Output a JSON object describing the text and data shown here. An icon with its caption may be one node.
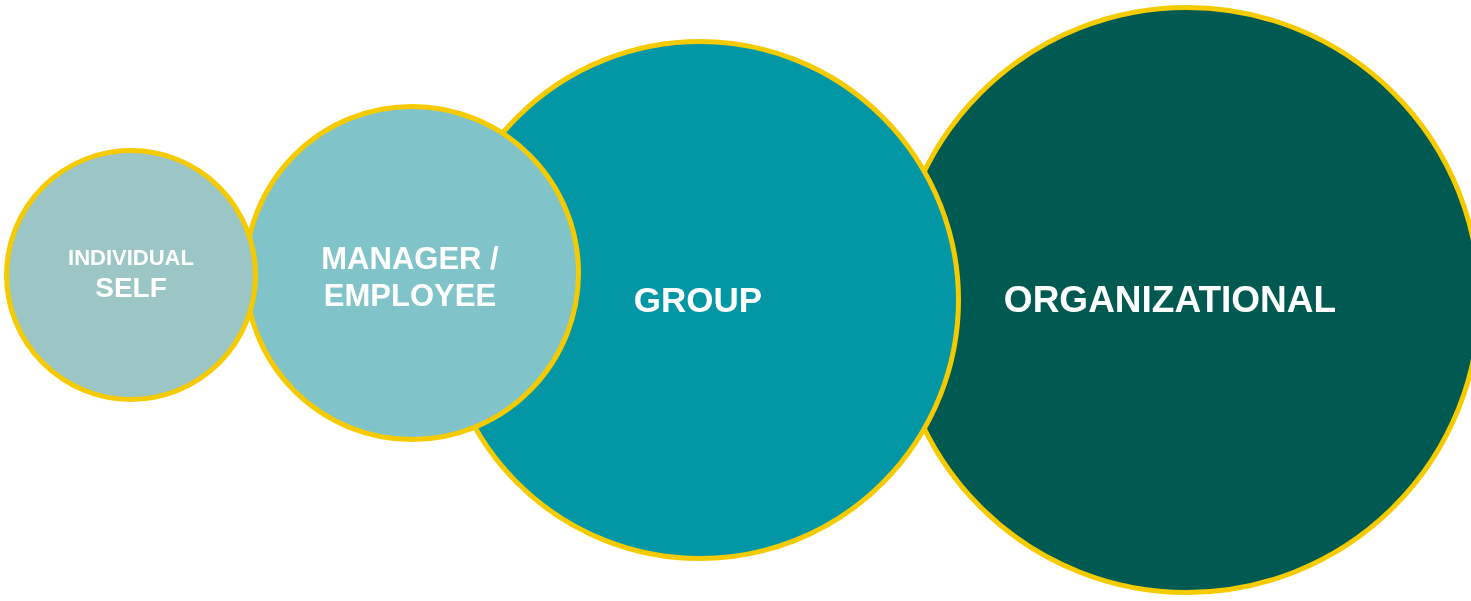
{
  "diagram": {
    "nodes": [
      {
        "text": [
          "INDIVIDUAL",
          "SELF"
        ]
      },
      {
        "text": [
          "MANAGER / EMPLOYEE"
        ]
      },
      {
        "text": [
          "GROUP"
        ]
      },
      {
        "text": [
          "ORGANIZATIONAL"
        ]
      }
    ]
  }
}
